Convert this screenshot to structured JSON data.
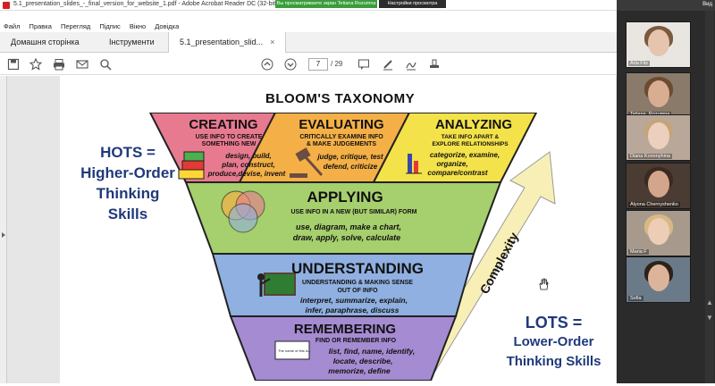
{
  "window": {
    "title": "5.1_presentation_slides_-_final_version_for_website_1.pdf - Adobe Acrobat Reader DC (32-bit)",
    "share_banner": "Вы просматриваете экран Tetiana Rozumna",
    "view_options": "Настройки просмотра"
  },
  "menu": [
    "Файл",
    "Правка",
    "Перегляд",
    "Підпис",
    "Вікно",
    "Довідка"
  ],
  "tabs": [
    {
      "label": "Домашня сторінка"
    },
    {
      "label": "Інструменти"
    },
    {
      "label": "5.1_presentation_slid...",
      "close": "×"
    }
  ],
  "toolbar": {
    "current_page": "7",
    "page_total": "/ 29"
  },
  "slide": {
    "title": "BLOOM'S TAXONOMY",
    "hots": [
      "HOTS =",
      "Higher-Order",
      "Thinking",
      "Skills"
    ],
    "lots": [
      "LOTS =",
      "Lower-Order",
      "Thinking Skills"
    ],
    "complexity": "Complexity",
    "creating": {
      "title": "CREATING",
      "sub": [
        "USE INFO TO CREATE",
        "SOMETHING NEW"
      ],
      "verbs": [
        "design, build,",
        "plan, construct,",
        "produce,devise, invent"
      ]
    },
    "evaluating": {
      "title": "EVALUATING",
      "sub": [
        "CRITICALLY EXAMINE INFO",
        "& MAKE JUDGEMENTS"
      ],
      "verbs": [
        "judge, critique, test",
        "defend, criticize"
      ]
    },
    "analyzing": {
      "title": "ANALYZING",
      "sub": [
        "TAKE INFO APART &",
        "EXPLORE RELATIONSHIPS"
      ],
      "verbs": [
        "categorize, examine,",
        "organize,",
        "compare/contrast"
      ]
    },
    "applying": {
      "title": "APPLYING",
      "sub": [
        "USE INFO IN A NEW (BUT SIMILAR) FORM"
      ],
      "verbs": [
        "use, diagram, make a chart,",
        "draw, apply, solve, calculate"
      ]
    },
    "understanding": {
      "title": "UNDERSTANDING",
      "sub": [
        "UNDERSTANDING & MAKING SENSE",
        "OUT OF INFO"
      ],
      "verbs": [
        "interpret, summarize, explain,",
        "infer, paraphrase, discuss"
      ]
    },
    "remembering": {
      "title": "REMEMBERING",
      "sub": [
        "FIND OR REMEMBER INFO"
      ],
      "verbs": [
        "list, find, name, identify,",
        "locate, describe,",
        "memorize, define"
      ],
      "card_text": "The name of this is..."
    }
  },
  "participants": {
    "header_label": "Вид",
    "people": [
      {
        "name": "Aria Fitz"
      },
      {
        "name": "Tetiana_Rozumna"
      },
      {
        "name": "Diana Kononyhina"
      },
      {
        "name": "Alyona Chernyshenko"
      },
      {
        "name": "Maria F"
      },
      {
        "name": "Sofia"
      }
    ]
  },
  "colors": {
    "creating": "#e87a8f",
    "evaluating": "#f4b046",
    "analyzing": "#f4e24a",
    "applying": "#a6cf6d",
    "understanding": "#8fb0e0",
    "remembering": "#a58bd1",
    "hots_text": "#1f3a7a",
    "arrow": "#f7efb5"
  }
}
